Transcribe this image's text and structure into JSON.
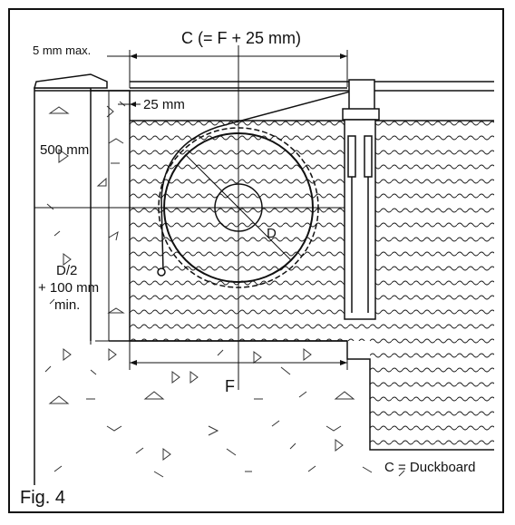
{
  "figure": {
    "caption": "Fig. 4",
    "legend": "C = Duckboard"
  },
  "dimensions": {
    "top": "C (= F + 25 mm)",
    "gap_max": "5 mm max.",
    "offset": "25 mm",
    "depth": "500 mm",
    "lower_line1": "D/2",
    "lower_line2": "+ 100 mm",
    "lower_line3": "min.",
    "width": "F",
    "diameter": "D"
  }
}
